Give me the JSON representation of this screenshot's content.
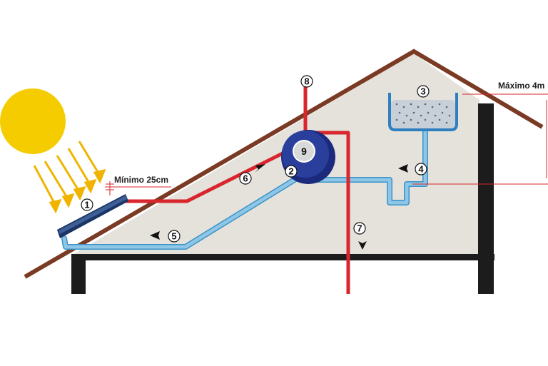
{
  "labels": {
    "minimum": "Mínimo 25cm",
    "maximum": "Máximo 4m"
  },
  "numbers": {
    "n1": "1",
    "n2": "2",
    "n3": "3",
    "n4": "4",
    "n5": "5",
    "n6": "6",
    "n7": "7",
    "n8": "8",
    "n9": "9"
  },
  "colors": {
    "sun": "#f5cc00",
    "sun_rays": "#f0b400",
    "roof": "#7a3a24",
    "wall_fill": "#e4e2db",
    "hot_pipe": "#d8262c",
    "cold_pipe": "#8fc6e6",
    "cold_pipe_outline": "#3a93c8",
    "boiler": "#1c2a7e",
    "collector": "#1a3466",
    "structure": "#1c1c1c"
  }
}
